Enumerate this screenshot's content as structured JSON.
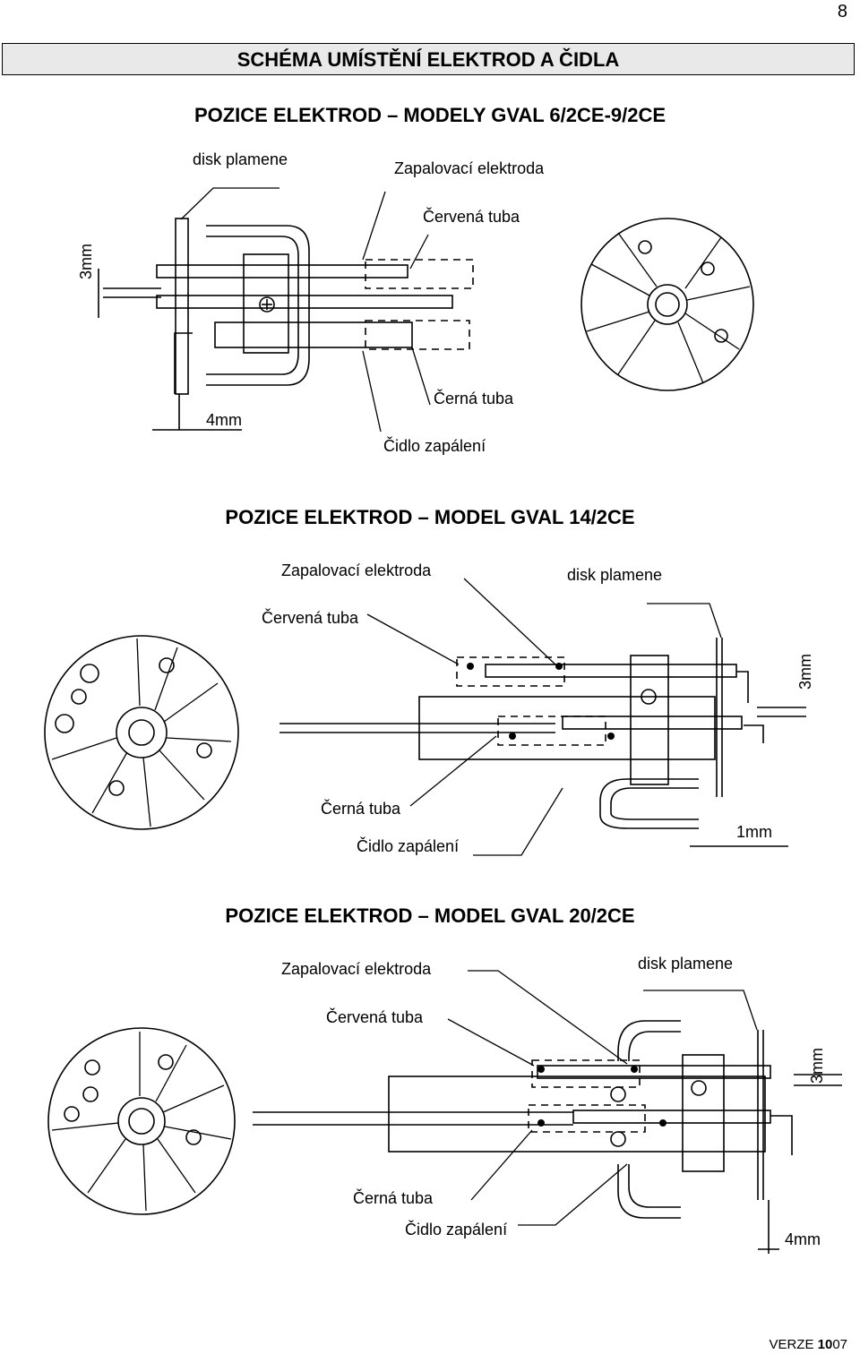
{
  "page_number": "8",
  "header": {
    "title": "SCHÉMA UMÍSTĚNÍ ELEKTROD A ČIDLA"
  },
  "sections": [
    {
      "title": "POZICE ELEKTROD – MODELY GVAL 6/2CE-9/2CE",
      "labels": {
        "disk_plamene": "disk plamene",
        "zapalovaci_elektroda": "Zapalovací elektroda",
        "cervena_tuba": "Červená tuba",
        "cerna_tuba": "Černá tuba",
        "cidlo_zapaleni": "Čidlo zapálení"
      },
      "dimensions": [
        "3mm",
        "4mm"
      ]
    },
    {
      "title": "POZICE ELEKTROD – MODEL GVAL 14/2CE",
      "labels": {
        "zapalovaci_elektroda": "Zapalovací elektroda",
        "disk_plamene": "disk plamene",
        "cervena_tuba": "Červená tuba",
        "cerna_tuba": "Černá tuba",
        "cidlo_zapaleni": "Čidlo zapálení"
      },
      "dimensions": [
        "3mm",
        "1mm"
      ]
    },
    {
      "title": "POZICE ELEKTROD – MODEL GVAL 20/2CE",
      "labels": {
        "zapalovaci_elektroda": "Zapalovací elektroda",
        "disk_plamene": "disk plamene",
        "cervena_tuba": "Červená tuba",
        "cerna_tuba": "Černá tuba",
        "cidlo_zapaleni": "Čidlo zapálení"
      },
      "dimensions": [
        "3mm",
        "4mm"
      ]
    }
  ],
  "footer": {
    "prefix": "VERZE ",
    "bold": "10",
    "suffix": "07"
  }
}
